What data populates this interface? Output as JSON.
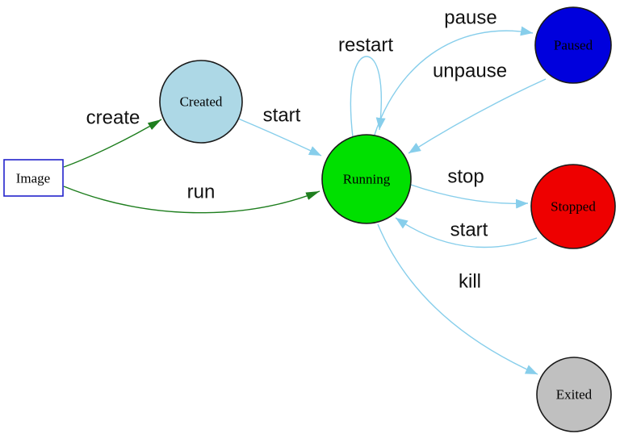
{
  "diagram": {
    "type": "state-diagram",
    "subject": "container-lifecycle",
    "background": "#ffffff",
    "edge_colors": {
      "action_green": "#1e7e1e",
      "transition_blue": "#87ceeb"
    },
    "nodes": [
      {
        "id": "image",
        "label": "Image",
        "shape": "rectangle",
        "fill": "#ffffff",
        "stroke": "#2222cc",
        "text_color": "#000000"
      },
      {
        "id": "created",
        "label": "Created",
        "shape": "circle",
        "fill": "#add8e6",
        "stroke": "#1a1a1a",
        "text_color": "#000000"
      },
      {
        "id": "running",
        "label": "Running",
        "shape": "circle",
        "fill": "#00e000",
        "stroke": "#1a1a1a",
        "text_color": "#000000"
      },
      {
        "id": "paused",
        "label": "Paused",
        "shape": "circle",
        "fill": "#0000dd",
        "stroke": "#1a1a1a",
        "text_color": "#000000"
      },
      {
        "id": "stopped",
        "label": "Stopped",
        "shape": "circle",
        "fill": "#ee0000",
        "stroke": "#1a1a1a",
        "text_color": "#000000"
      },
      {
        "id": "exited",
        "label": "Exited",
        "shape": "circle",
        "fill": "#c0c0c0",
        "stroke": "#1a1a1a",
        "text_color": "#000000"
      }
    ],
    "edges": [
      {
        "label": "create",
        "from": "image",
        "to": "created",
        "color": "#1e7e1e"
      },
      {
        "label": "run",
        "from": "image",
        "to": "running",
        "color": "#1e7e1e"
      },
      {
        "label": "start",
        "from": "created",
        "to": "running",
        "color": "#87ceeb"
      },
      {
        "label": "restart",
        "from": "running",
        "to": "running",
        "color": "#87ceeb"
      },
      {
        "label": "pause",
        "from": "running",
        "to": "paused",
        "color": "#87ceeb"
      },
      {
        "label": "unpause",
        "from": "paused",
        "to": "running",
        "color": "#87ceeb"
      },
      {
        "label": "stop",
        "from": "running",
        "to": "stopped",
        "color": "#87ceeb"
      },
      {
        "label": "start",
        "from": "stopped",
        "to": "running",
        "color": "#87ceeb"
      },
      {
        "label": "kill",
        "from": "running",
        "to": "exited",
        "color": "#87ceeb"
      }
    ]
  }
}
